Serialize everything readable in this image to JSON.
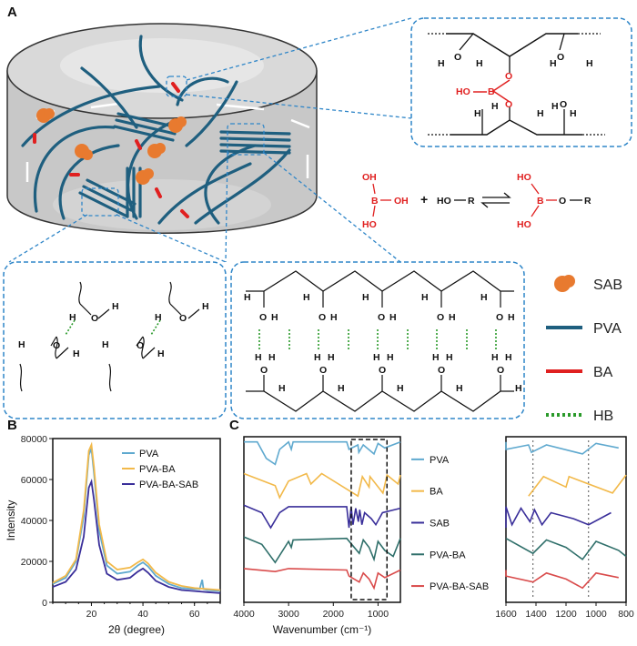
{
  "panels": {
    "a": "A",
    "b": "B",
    "c": "C"
  },
  "schematic": {
    "legend": [
      {
        "label": "SAB",
        "color": "#e87a2f",
        "kind": "blob"
      },
      {
        "label": "PVA",
        "color": "#1f5f7f",
        "kind": "line"
      },
      {
        "label": "BA",
        "color": "#e02020",
        "kind": "line"
      },
      {
        "label": "HB",
        "color": "#2a9a2a",
        "kind": "dotted"
      }
    ],
    "reaction": {
      "oh": "OH",
      "b": "B",
      "ho": "HO",
      "plus": "+",
      "hor": "HO",
      "r": "R",
      "o": "O"
    },
    "atoms": {
      "h": "H",
      "o": "O",
      "ho": "HO",
      "b": "B"
    },
    "colors": {
      "cylinder": "#c9c9c9",
      "dashed": "#2f86c8",
      "boron": "#e02020",
      "hbond": "#2a9a2a"
    }
  },
  "chart_data": [
    {
      "type": "line",
      "panel": "B",
      "xlabel": "2θ (degree)",
      "ylabel": "Intensity",
      "xlim": [
        5,
        70
      ],
      "ylim": [
        0,
        80000
      ],
      "xticks": [
        20,
        40,
        60
      ],
      "yticks": [
        0,
        20000,
        40000,
        60000,
        80000
      ],
      "legend_position": "top-right",
      "series": [
        {
          "name": "PVA",
          "color": "#5fa9cf",
          "points": [
            [
              5,
              9000
            ],
            [
              10,
              12000
            ],
            [
              14,
              20000
            ],
            [
              17,
              42000
            ],
            [
              19,
              72000
            ],
            [
              20,
              75000
            ],
            [
              21,
              63000
            ],
            [
              23,
              35000
            ],
            [
              26,
              18000
            ],
            [
              30,
              14000
            ],
            [
              35,
              15000
            ],
            [
              38,
              18000
            ],
            [
              40,
              19500
            ],
            [
              42,
              17500
            ],
            [
              45,
              13000
            ],
            [
              50,
              9000
            ],
            [
              55,
              7000
            ],
            [
              60,
              6500
            ],
            [
              62,
              6500
            ],
            [
              63,
              11000
            ],
            [
              63.5,
              6500
            ],
            [
              65,
              6000
            ],
            [
              70,
              5500
            ]
          ]
        },
        {
          "name": "PVA-BA",
          "color": "#f2b94a",
          "points": [
            [
              5,
              9500
            ],
            [
              10,
              13000
            ],
            [
              14,
              21000
            ],
            [
              17,
              45000
            ],
            [
              19,
              74000
            ],
            [
              20,
              77000
            ],
            [
              21,
              66000
            ],
            [
              23,
              38000
            ],
            [
              26,
              20000
            ],
            [
              30,
              16000
            ],
            [
              35,
              17000
            ],
            [
              38,
              19500
            ],
            [
              40,
              21000
            ],
            [
              42,
              19000
            ],
            [
              45,
              14500
            ],
            [
              50,
              10000
            ],
            [
              55,
              8000
            ],
            [
              60,
              7000
            ],
            [
              65,
              6500
            ],
            [
              70,
              6000
            ]
          ]
        },
        {
          "name": "PVA-BA-SAB",
          "color": "#3a2f9a",
          "points": [
            [
              5,
              7500
            ],
            [
              10,
              10000
            ],
            [
              14,
              16000
            ],
            [
              17,
              32000
            ],
            [
              19,
              56000
            ],
            [
              20,
              59000
            ],
            [
              21,
              50000
            ],
            [
              23,
              28000
            ],
            [
              26,
              14000
            ],
            [
              30,
              11000
            ],
            [
              35,
              12000
            ],
            [
              38,
              15000
            ],
            [
              40,
              16500
            ],
            [
              42,
              14500
            ],
            [
              45,
              10500
            ],
            [
              50,
              7500
            ],
            [
              55,
              6000
            ],
            [
              60,
              5500
            ],
            [
              65,
              5000
            ],
            [
              70,
              4500
            ]
          ]
        }
      ]
    },
    {
      "type": "line",
      "panel": "C",
      "xlabel": "Wavenumber (cm⁻¹)",
      "xlim": [
        4000,
        500
      ],
      "xticks": [
        4000,
        3000,
        2000,
        1000
      ],
      "inset_xlim": [
        1600,
        800
      ],
      "inset_xticks": [
        1600,
        1400,
        1200,
        1000,
        800
      ],
      "series": [
        {
          "name": "PVA",
          "color": "#5fa9cf",
          "points": [
            [
              4000,
              0.95
            ],
            [
              3700,
              0.95
            ],
            [
              3500,
              0.4
            ],
            [
              3300,
              0.2
            ],
            [
              3200,
              0.7
            ],
            [
              3000,
              0.95
            ],
            [
              2940,
              0.7
            ],
            [
              2900,
              0.95
            ],
            [
              1700,
              0.95
            ],
            [
              1650,
              0.7
            ],
            [
              1450,
              0.85
            ],
            [
              1430,
              0.6
            ],
            [
              1330,
              0.85
            ],
            [
              1090,
              0.55
            ],
            [
              1000,
              0.9
            ],
            [
              850,
              0.75
            ],
            [
              500,
              0.95
            ]
          ]
        },
        {
          "name": "BA",
          "color": "#f2b94a",
          "points": [
            [
              4000,
              0.95
            ],
            [
              3300,
              0.55
            ],
            [
              3200,
              0.15
            ],
            [
              3000,
              0.7
            ],
            [
              2600,
              0.95
            ],
            [
              2500,
              0.6
            ],
            [
              2260,
              0.95
            ],
            [
              1450,
              0.2
            ],
            [
              1350,
              0.85
            ],
            [
              1200,
              0.5
            ],
            [
              1180,
              0.85
            ],
            [
              890,
              0.3
            ],
            [
              800,
              0.9
            ],
            [
              550,
              0.6
            ],
            [
              500,
              0.9
            ]
          ]
        },
        {
          "name": "SAB",
          "color": "#3a2f9a",
          "points": [
            [
              4000,
              0.95
            ],
            [
              3600,
              0.7
            ],
            [
              3400,
              0.2
            ],
            [
              3200,
              0.7
            ],
            [
              3000,
              0.9
            ],
            [
              1700,
              0.9
            ],
            [
              1650,
              0.2
            ],
            [
              1600,
              0.9
            ],
            [
              1560,
              0.3
            ],
            [
              1500,
              0.85
            ],
            [
              1440,
              0.4
            ],
            [
              1410,
              0.8
            ],
            [
              1360,
              0.3
            ],
            [
              1300,
              0.7
            ],
            [
              1150,
              0.5
            ],
            [
              1050,
              0.3
            ],
            [
              900,
              0.7
            ],
            [
              500,
              0.85
            ]
          ]
        },
        {
          "name": "PVA-BA",
          "color": "#2f6f6a",
          "points": [
            [
              4000,
              0.95
            ],
            [
              3600,
              0.7
            ],
            [
              3300,
              0.1
            ],
            [
              3000,
              0.8
            ],
            [
              2940,
              0.6
            ],
            [
              2900,
              0.85
            ],
            [
              1700,
              0.9
            ],
            [
              1420,
              0.4
            ],
            [
              1330,
              0.85
            ],
            [
              1200,
              0.6
            ],
            [
              1090,
              0.2
            ],
            [
              1000,
              0.8
            ],
            [
              850,
              0.5
            ],
            [
              660,
              0.3
            ],
            [
              500,
              0.9
            ]
          ]
        },
        {
          "name": "PVA-BA-SAB",
          "color": "#d94b4b",
          "points": [
            [
              4000,
              0.95
            ],
            [
              3300,
              0.85
            ],
            [
              3000,
              0.95
            ],
            [
              1700,
              0.9
            ],
            [
              1650,
              0.7
            ],
            [
              1420,
              0.5
            ],
            [
              1330,
              0.8
            ],
            [
              1200,
              0.6
            ],
            [
              1090,
              0.3
            ],
            [
              1000,
              0.8
            ],
            [
              850,
              0.65
            ],
            [
              500,
              0.9
            ]
          ]
        }
      ]
    }
  ]
}
